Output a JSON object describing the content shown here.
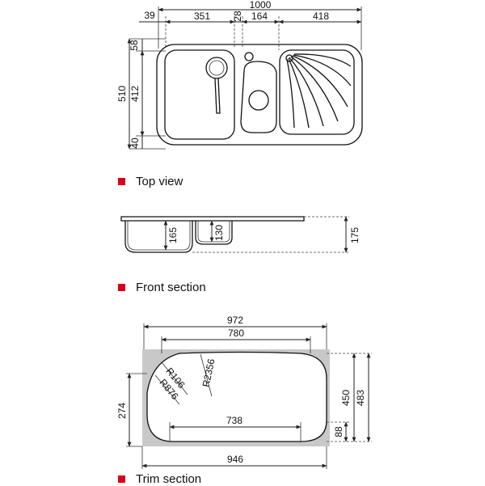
{
  "colors": {
    "marker": "#d9001b",
    "line": "#222222",
    "trim_fill": "#c8c8c8"
  },
  "sections": [
    {
      "label": "Top view"
    },
    {
      "label": "Front section"
    },
    {
      "label": "Trim section"
    }
  ],
  "top_view": {
    "dims": {
      "overall_width": "1000",
      "left_margin": "39",
      "main_bowl_width": "351",
      "gap": "28",
      "small_bowl_width": "164",
      "drainer_width": "418",
      "top_margin": "58",
      "overall_depth": "510",
      "bowl_depth": "412",
      "bottom_margin": "40"
    }
  },
  "front_section": {
    "dims": {
      "main_bowl_depth": "165",
      "small_bowl_depth": "130",
      "total_height": "175"
    }
  },
  "trim_section": {
    "dims": {
      "outer_width": "972",
      "inner_top_width": "780",
      "radius_small": "R106",
      "radius_mid": "R876",
      "radius_large": "R2356",
      "left_depth": "274",
      "inner_depth": "450",
      "outer_depth": "483",
      "bottom_inner_width": "738",
      "corner_depth": "88",
      "bottom_width": "946"
    }
  }
}
